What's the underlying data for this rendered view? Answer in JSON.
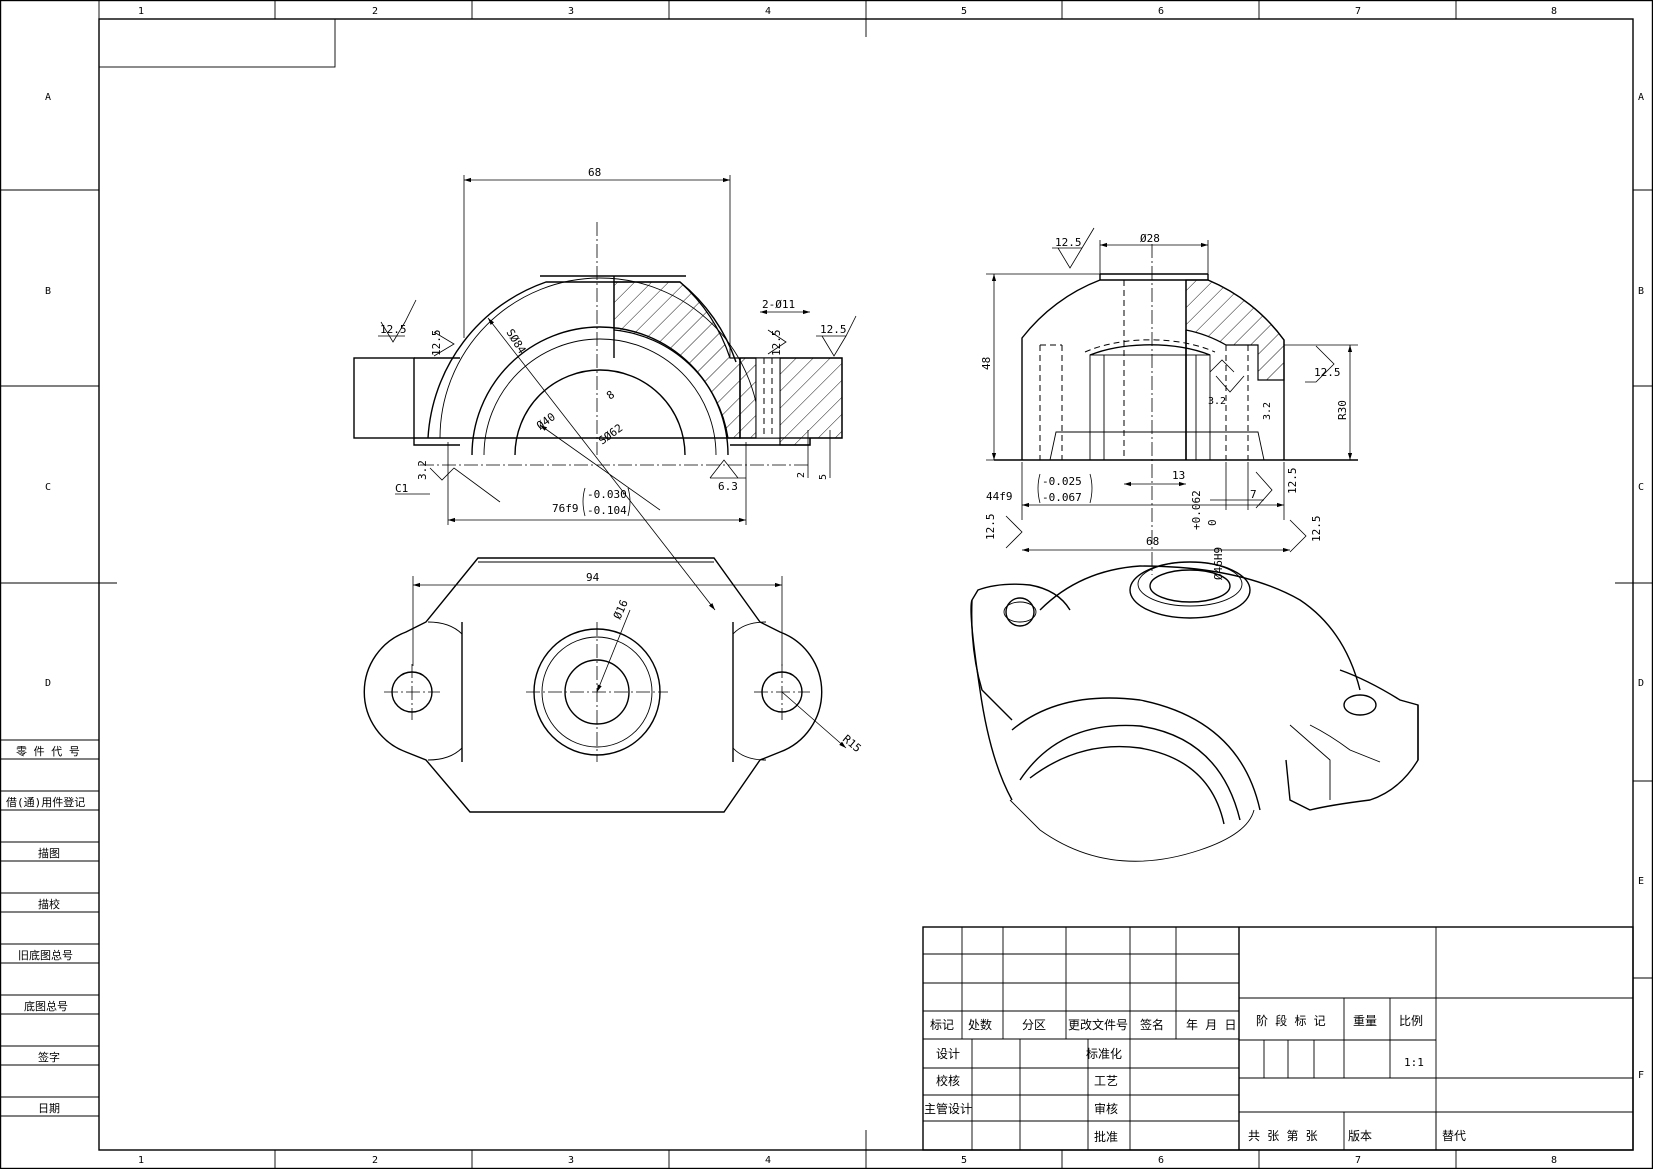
{
  "grid": {
    "columns": [
      "1",
      "2",
      "3",
      "4",
      "5",
      "6",
      "7",
      "8"
    ],
    "rows": [
      "A",
      "B",
      "C",
      "D",
      "E",
      "F"
    ]
  },
  "left_strip": {
    "labels": [
      "零 件 代 号",
      "借(通)用件登记",
      "描图",
      "描校",
      "旧底图总号",
      "底图总号",
      "签字",
      "日期"
    ]
  },
  "front_view": {
    "dim_top": "68",
    "sphere_dia": "SØ84",
    "inner_dia_40": "Ø40",
    "inner_sphere": "SØ62",
    "holes": "2-Ø11",
    "rough_left_outer": "12.5",
    "rough_left_inner": "12.5",
    "rough_right_hole": "12.5",
    "rough_right_outer": "12.5",
    "rough_bottom": "3.2",
    "chamfer": "C1",
    "rough_63": "6.3",
    "dim_76f9": "76f9",
    "tol_76_upper": "-0.030",
    "tol_76_lower": "-0.104",
    "dim_2": "2",
    "dim_5": "5",
    "dim_8": "8"
  },
  "top_view": {
    "dim_94": "94",
    "dia_16": "Ø16",
    "r15": "R15"
  },
  "side_view": {
    "dia_28": "Ø28",
    "rough_top": "12.5",
    "dim_48": "48",
    "r30": "R30",
    "rough_right": "12.5",
    "rough_32a": "3.2",
    "rough_32b": "3.2",
    "dim_13": "13",
    "dim_7": "7",
    "dim_44f9": "44f9",
    "tol_44_upper": "-0.025",
    "tol_44_lower": "-0.067",
    "dim_46h9": "Ø46H9",
    "tol_46_upper": "+0.062",
    "tol_46_lower": "0",
    "rough_rb": "12.5",
    "rough_rb2": "12.5",
    "rough_left": "12.5",
    "dim_68": "68"
  },
  "title_block": {
    "headers": [
      "标记",
      "处数",
      "分区",
      "更改文件号",
      "签名",
      "年 月 日"
    ],
    "roles": [
      "设计",
      "校核",
      "主管设计"
    ],
    "approvals": [
      "标准化",
      "工艺",
      "审核",
      "批准"
    ],
    "stage": "阶 段 标 记",
    "weight": "重量",
    "scale_label": "比例",
    "scale_value": "1:1",
    "sheets": "共   张   第   张",
    "version": "版本",
    "replace": "替代"
  }
}
